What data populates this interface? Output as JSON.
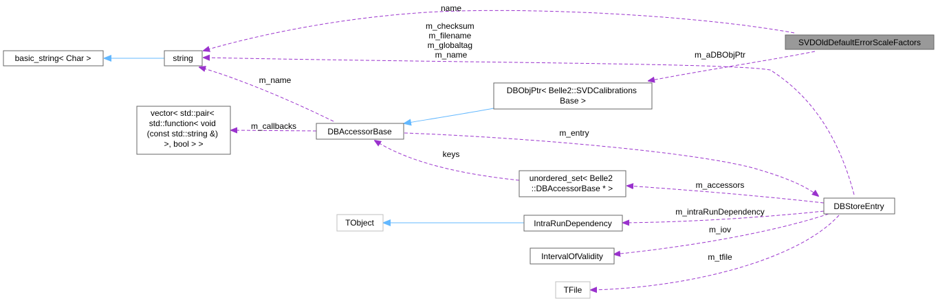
{
  "nodes": {
    "svdold": {
      "lines": [
        "SVDOldDefaultErrorScaleFactors"
      ]
    },
    "basic_string": {
      "lines": [
        "basic_string< Char >"
      ]
    },
    "string": {
      "lines": [
        "string"
      ]
    },
    "dbobjptr": {
      "lines": [
        "DBObjPtr< Belle2::SVDCalibrations",
        "Base >"
      ]
    },
    "vector": {
      "lines": [
        "vector< std::pair<",
        "std::function< void",
        "(const std::string &)",
        ">, bool > >"
      ]
    },
    "dbaccessorbase": {
      "lines": [
        "DBAccessorBase"
      ]
    },
    "unordered_set": {
      "lines": [
        "unordered_set< Belle2",
        "::DBAccessorBase * >"
      ]
    },
    "dbstoreentry": {
      "lines": [
        "DBStoreEntry"
      ]
    },
    "tobject": {
      "lines": [
        "TObject"
      ]
    },
    "intrarun": {
      "lines": [
        "IntraRunDependency"
      ]
    },
    "interval": {
      "lines": [
        "IntervalOfValidity"
      ]
    },
    "tfile": {
      "lines": [
        "TFile"
      ]
    }
  },
  "edge_labels": {
    "name": [
      "name"
    ],
    "string_members": [
      "m_checksum",
      "m_filename",
      "m_globaltag",
      "m_name"
    ],
    "m_adbobjptr": [
      "m_aDBObjPtr"
    ],
    "m_name_base": [
      "m_name"
    ],
    "m_callbacks": [
      "m_callbacks"
    ],
    "m_entry": [
      "m_entry"
    ],
    "keys": [
      "keys"
    ],
    "m_accessors": [
      "m_accessors"
    ],
    "m_intrarundependency": [
      "m_intraRunDependency"
    ],
    "m_iov": [
      "m_iov"
    ],
    "m_tfile": [
      "m_tfile"
    ]
  },
  "colors": {
    "usage_edge": "#9a32cd",
    "inherit_edge": "#63b8ff",
    "highlight_fill": "#999999",
    "node_border": "#666666",
    "grey_border": "#bfbfbf"
  }
}
